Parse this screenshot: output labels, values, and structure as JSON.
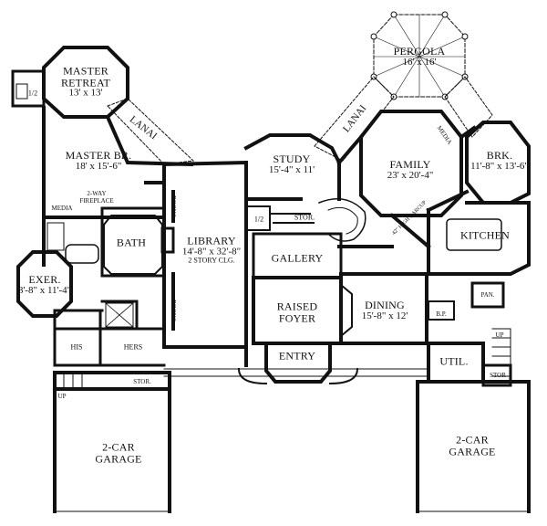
{
  "rooms": {
    "pergola": {
      "name": "PERGOLA",
      "dims": "16' x 16'"
    },
    "master_retreat": {
      "name": "MASTER RETREAT",
      "dims": "13' x 13'"
    },
    "half_bath_left": {
      "name": "1/2"
    },
    "lanai_left": {
      "name": "LANAI"
    },
    "lanai_right": {
      "name": "LANAI"
    },
    "master_br": {
      "name": "MASTER BR.",
      "dims": "18' x 15'-6\""
    },
    "study": {
      "name": "STUDY",
      "dims": "15'-4\" x 11'"
    },
    "family": {
      "name": "FAMILY",
      "dims": "23' x 20'-4\""
    },
    "brk": {
      "name": "BRK.",
      "dims": "11'-8\" x 13'-6\""
    },
    "media_right": {
      "name": "MEDIA"
    },
    "two_way_fireplace": {
      "line1": "2-WAY",
      "line2": "FIREPLACE"
    },
    "media_left": {
      "name": "MEDIA"
    },
    "bath": {
      "name": "BATH"
    },
    "library": {
      "name": "LIBRARY",
      "dims": "14'-8\" x 32'-8\"",
      "note": "2 STORY CLG."
    },
    "books_top": {
      "name": "BOOKS"
    },
    "books_bottom": {
      "name": "BOOKS"
    },
    "half_bath_center": {
      "name": "1/2"
    },
    "stor_center": {
      "name": "STOR."
    },
    "gallery": {
      "name": "GALLERY"
    },
    "high_barcup": {
      "name": "42\" HIGH BARCUP"
    },
    "kitchen": {
      "name": "KITCHEN"
    },
    "exer": {
      "name": "EXER.",
      "dims": "8'-8\" x 11'-4\""
    },
    "raised_foyer": {
      "name": "RAISED FOYER"
    },
    "dining": {
      "name": "DINING",
      "dims": "15'-8\" x 12'"
    },
    "pan": {
      "name": "PAN."
    },
    "bp": {
      "name": "B.P."
    },
    "up_right": {
      "name": "UP"
    },
    "his": {
      "name": "HIS"
    },
    "hers": {
      "name": "HERS"
    },
    "entry": {
      "name": "ENTRY"
    },
    "util": {
      "name": "UTIL."
    },
    "stor_right": {
      "name": "STOR"
    },
    "up_left": {
      "name": "UP"
    },
    "stor_left": {
      "name": "STOR."
    },
    "garage_left": {
      "name": "2-CAR GARAGE"
    },
    "garage_right": {
      "name": "2-CAR GARAGE"
    }
  }
}
